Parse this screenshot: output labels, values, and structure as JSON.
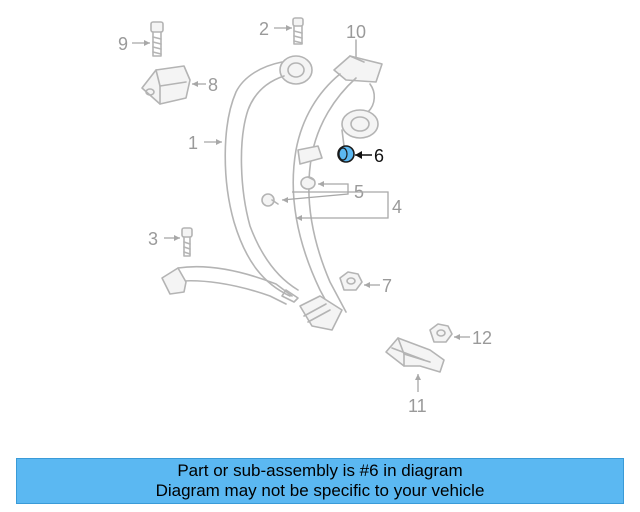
{
  "callouts": {
    "c1": "1",
    "c2": "2",
    "c3": "3",
    "c4": "4",
    "c5": "5",
    "c6": "6",
    "c7": "7",
    "c8": "8",
    "c9": "9",
    "c10": "10",
    "c11": "11",
    "c12": "12"
  },
  "highlight": {
    "part": "6",
    "color": "#5bb8f2"
  },
  "banner": {
    "line1": "Part or sub-assembly is #6 in diagram",
    "line2": "Diagram may not be specific to your vehicle",
    "background": "#5bb8f2"
  }
}
